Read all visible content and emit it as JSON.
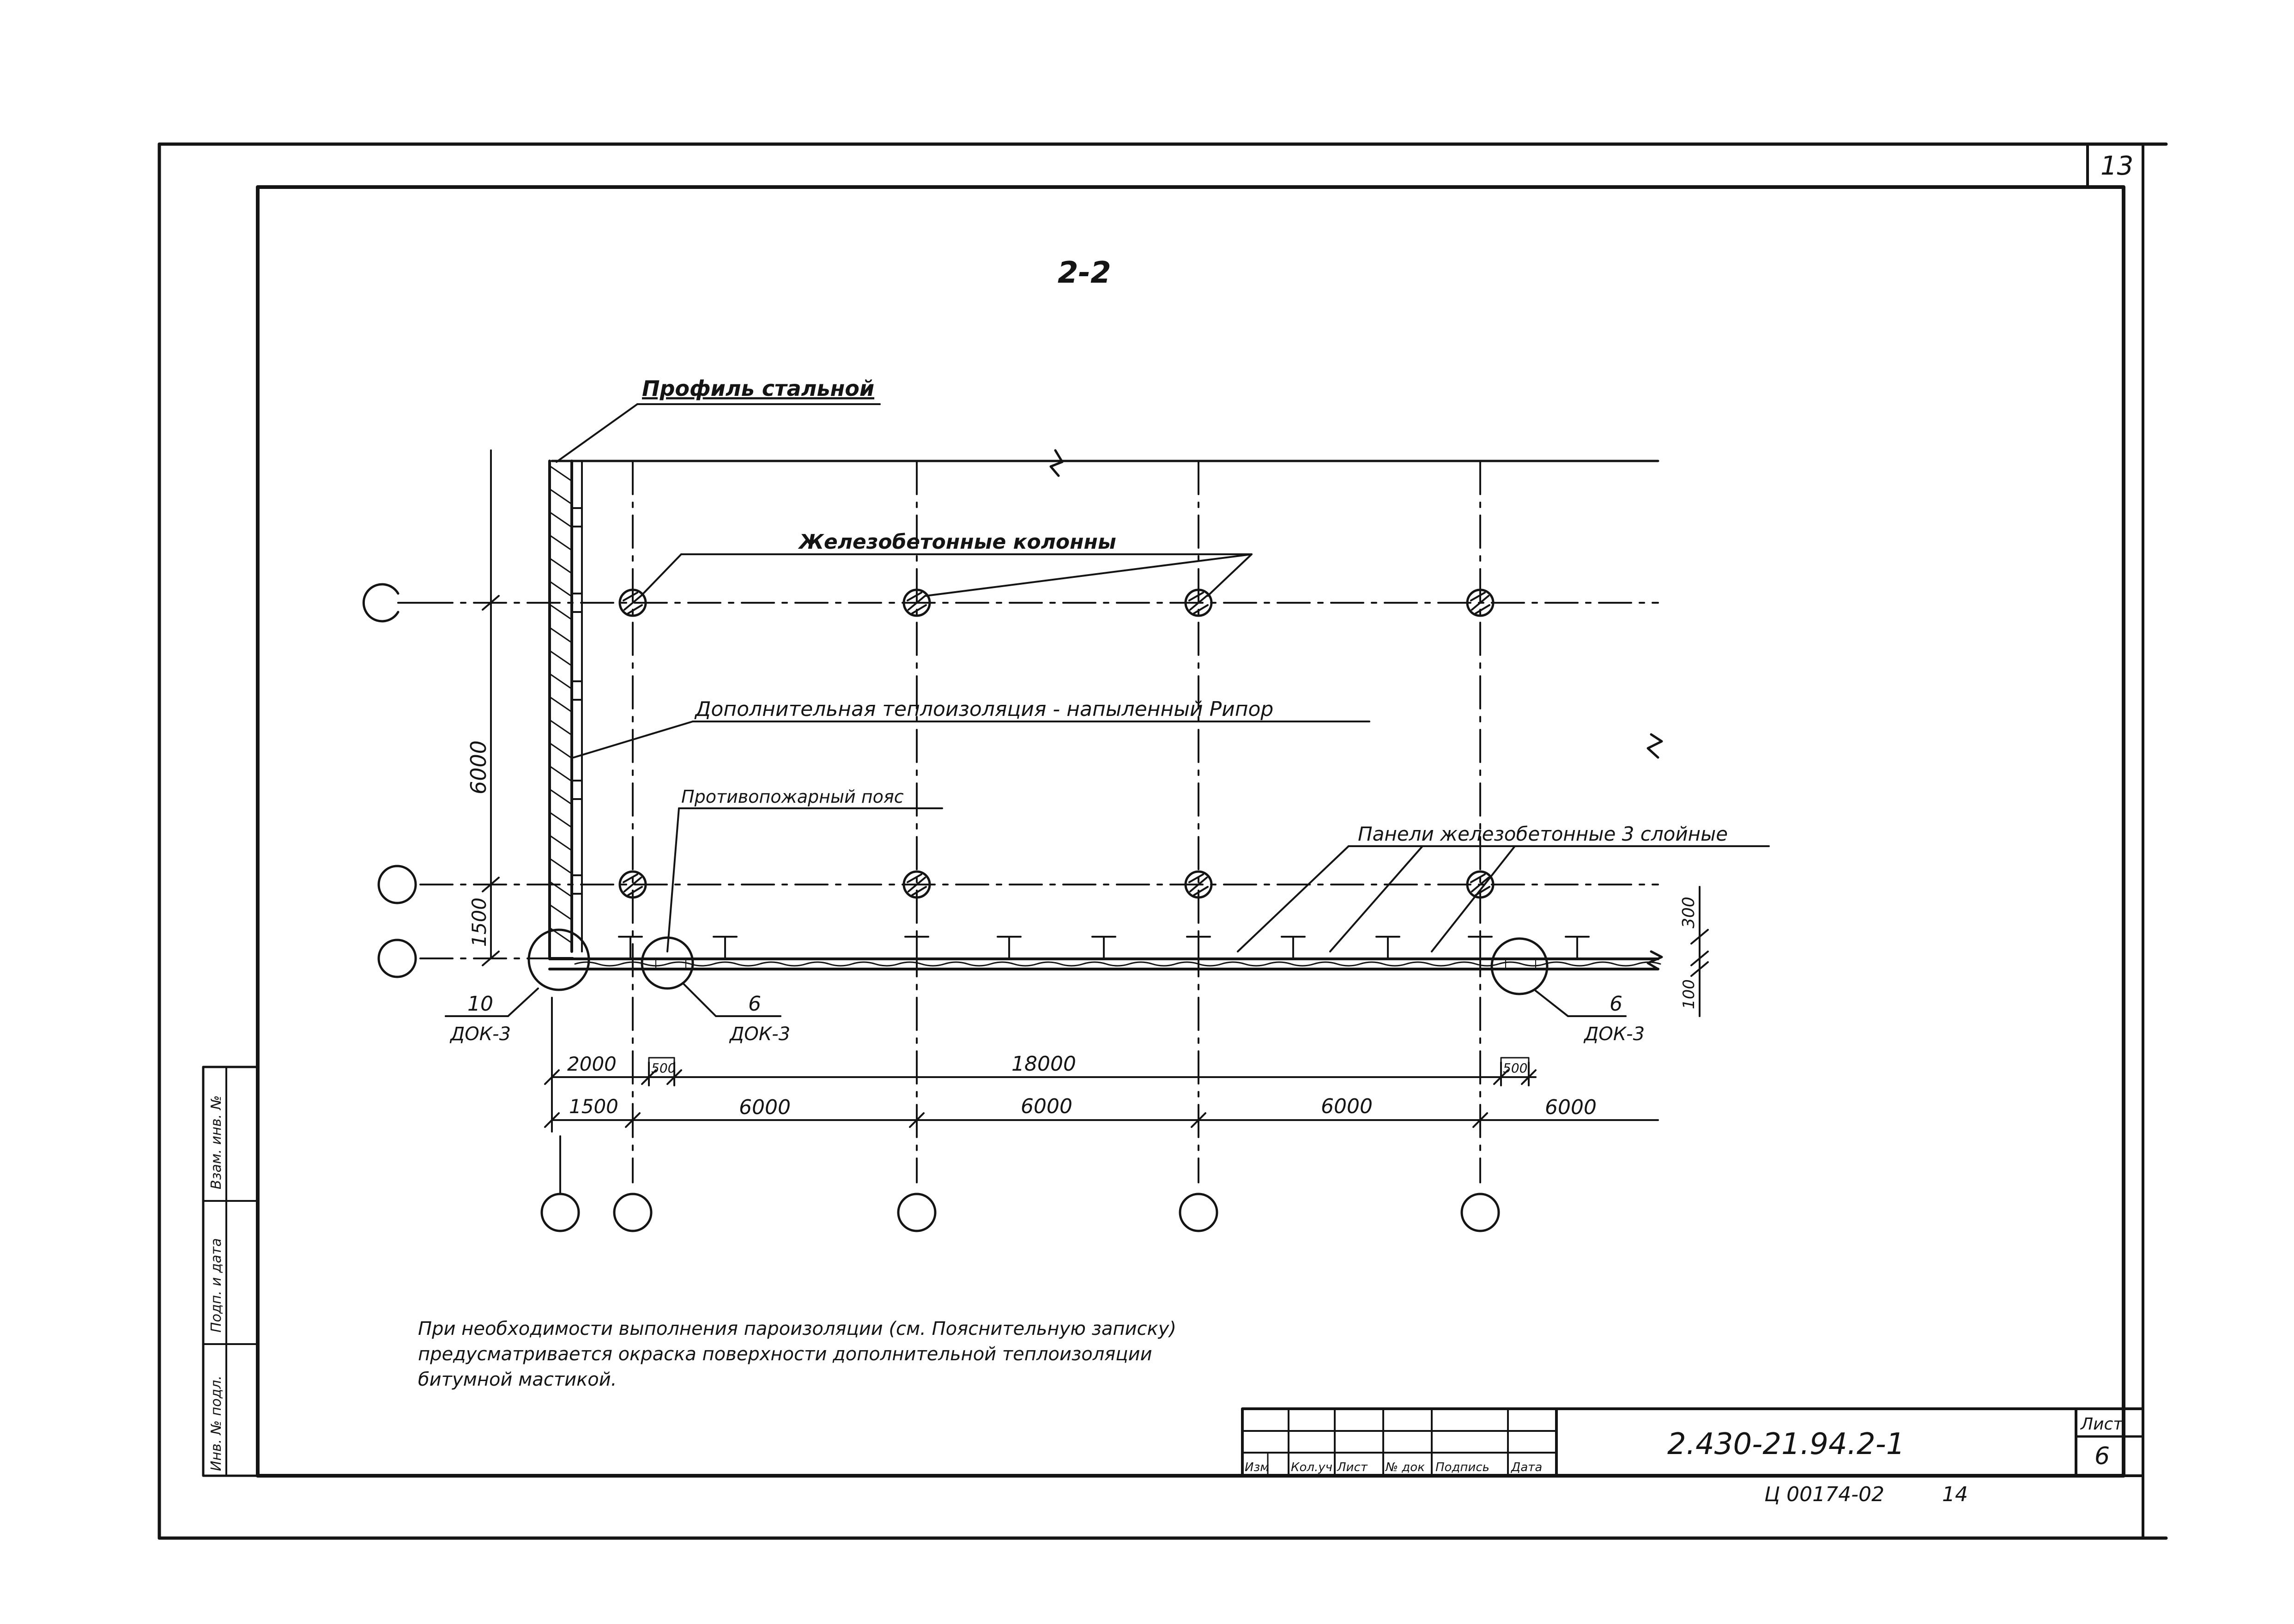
{
  "sheet": {
    "corner_number": "13",
    "section_title": "2-2",
    "code": "2.430-21.94.2-1",
    "sheet_label": "Лист",
    "sheet_number": "6",
    "bottom_note": "Ц 00174-02",
    "bottom_page": "14"
  },
  "labels": {
    "steel_profile": "Профиль стальной",
    "columns": "Железобетонные колонны",
    "insulation": "Дополнительная теплоизоляция - напыленный Рипор",
    "fire_belt": "Противопожарный пояс",
    "panels": "Панели железобетонные 3 слойные"
  },
  "callouts": [
    {
      "num": "10",
      "doc": "ДОК-3"
    },
    {
      "num": "6",
      "doc": "ДОК-3"
    },
    {
      "num": "6",
      "doc": "ДОК-3"
    }
  ],
  "dims": {
    "vert_6000": "6000",
    "vert_1500": "1500",
    "vert_300": "300",
    "vert_100": "100",
    "h_2000": "2000",
    "h_500_left": "500",
    "h_18000": "18000",
    "h_500_right": "500",
    "h_1500": "1500",
    "h_6000_a": "6000",
    "h_6000_b": "6000",
    "h_6000_c": "6000",
    "h_6000_d": "6000"
  },
  "note": {
    "line1": "При необходимости выполнения пароизоляции (см. Пояснительную записку)",
    "line2": "предусматривается окраска поверхности дополнительной теплоизоляции",
    "line3": "битумной мастикой."
  },
  "side_stamp": {
    "cell1": "Взам. инв. №",
    "cell2": "Подп. и дата",
    "cell3": "Инв. № подл."
  },
  "title_block": {
    "headers": [
      "Изм",
      "Кол.уч",
      "Лист",
      "№ док",
      "Подпись",
      "Дата"
    ]
  }
}
